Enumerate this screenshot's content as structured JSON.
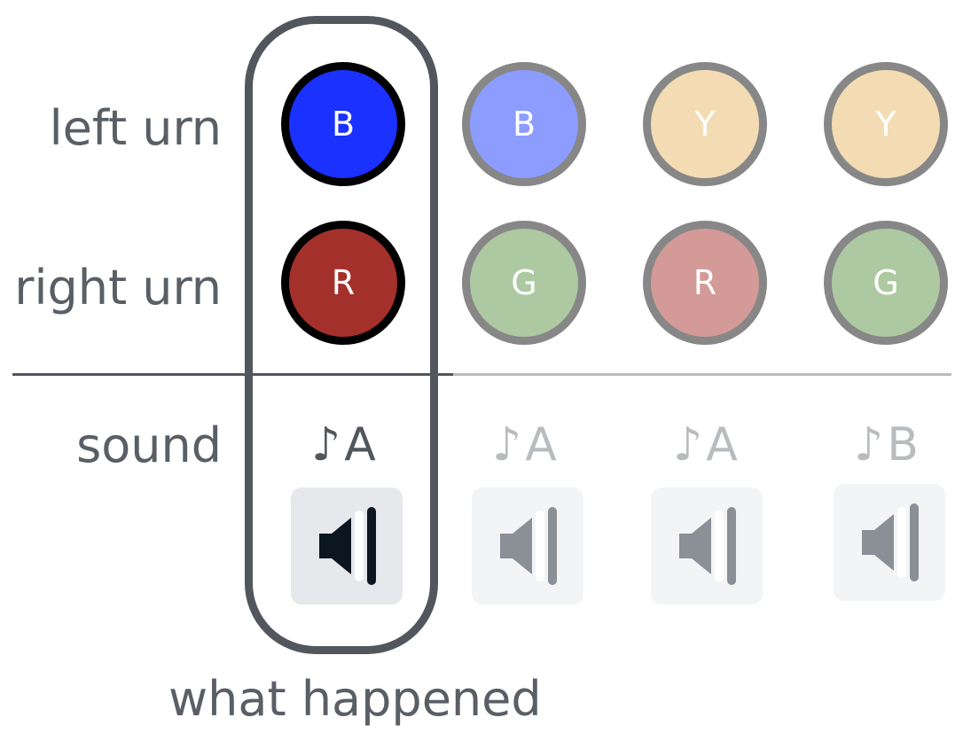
{
  "rows": {
    "left_label": "left urn",
    "right_label": "right urn",
    "sound_label": "sound"
  },
  "columns": [
    {
      "left": {
        "letter": "B",
        "color": "#1a31ff"
      },
      "right": {
        "letter": "R",
        "color": "#a4302b"
      },
      "sound": "A",
      "active": true
    },
    {
      "left": {
        "letter": "B",
        "color": "#8c9cff"
      },
      "right": {
        "letter": "G",
        "color": "#adc9a1"
      },
      "sound": "A",
      "active": false
    },
    {
      "left": {
        "letter": "Y",
        "color": "#f3dcb3"
      },
      "right": {
        "letter": "R",
        "color": "#d39a97"
      },
      "sound": "A",
      "active": false
    },
    {
      "left": {
        "letter": "Y",
        "color": "#f3dcb3"
      },
      "right": {
        "letter": "G",
        "color": "#adc9a1"
      },
      "sound": "B",
      "active": false
    }
  ],
  "note_glyph": "♪",
  "caption": "what happened",
  "icons": {
    "play": "speaker-icon"
  }
}
